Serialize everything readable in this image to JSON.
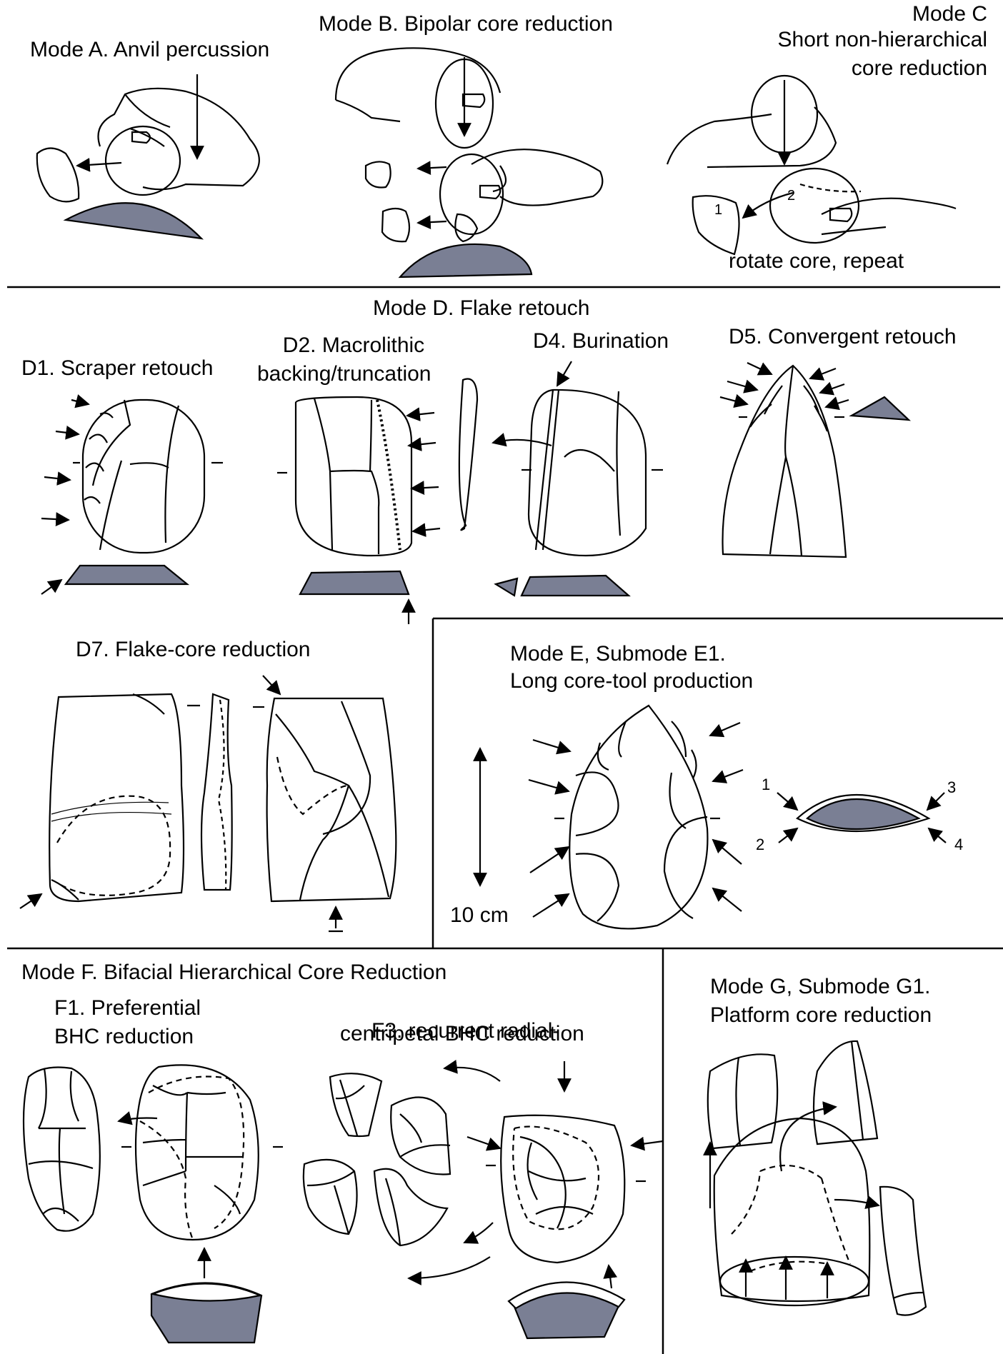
{
  "colors": {
    "stone_fill": "#7a7f94",
    "line": "#000000",
    "background": "#ffffff"
  },
  "mode_a": {
    "title": "Mode A. Anvil percussion"
  },
  "mode_b": {
    "title": "Mode B. Bipolar core reduction"
  },
  "mode_c": {
    "title_line1": "Mode C",
    "title_line2": "Short non-hierarchical",
    "title_line3": "core reduction",
    "caption": "rotate core, repeat",
    "num_1": "1",
    "num_2": "2"
  },
  "mode_d": {
    "title": "Mode D. Flake retouch",
    "d1": "D1. Scraper retouch",
    "d2_line1": "D2. Macrolithic",
    "d2_line2": "backing/truncation",
    "d4": "D4. Burination",
    "d5": "D5. Convergent retouch",
    "d7": "D7. Flake-core reduction"
  },
  "mode_e": {
    "title_line1": "Mode E, Submode E1.",
    "title_line2": "Long core-tool production",
    "scale": "10 cm",
    "num_1": "1",
    "num_2": "2",
    "num_3": "3",
    "num_4": "4"
  },
  "mode_f": {
    "title": "Mode F. Bifacial Hierarchical Core Reduction",
    "f1_line1": "F1. Preferential",
    "f1_line2": "BHC reduction",
    "f3_line1": "F3. recurrent radial-",
    "f3_line2": "centripetal BHC reduction"
  },
  "mode_g": {
    "title_line1": "Mode G, Submode G1.",
    "title_line2": "Platform core reduction"
  }
}
